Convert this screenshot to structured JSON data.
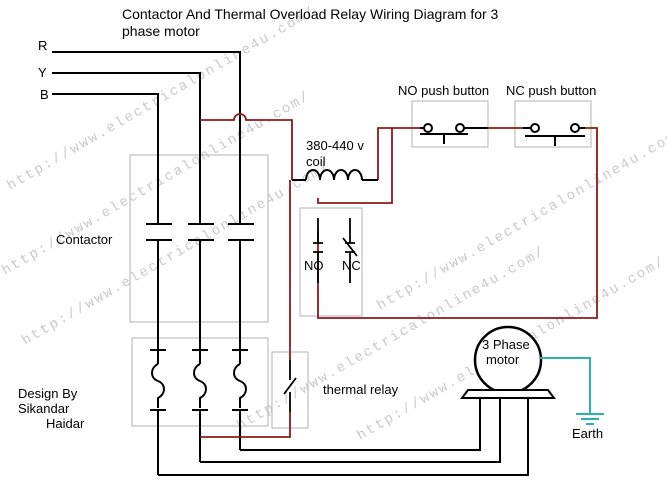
{
  "title": {
    "line1": "Contactor And Thermal Overload Relay Wiring Diagram for 3",
    "line2": "phase motor"
  },
  "phases": {
    "r": "R",
    "y": "Y",
    "b": "B"
  },
  "labels": {
    "contactor": "Contactor",
    "coil_line1": "380-440 v",
    "coil_line2": "coil",
    "no_contact": "NO",
    "nc_contact": "NC",
    "no_push_button": "NO push button",
    "nc_push_button": "NC push button",
    "thermal_relay": "thermal relay",
    "motor_line1": "3 Phase",
    "motor_line2": "motor",
    "earth": "Earth",
    "design_line1": "Design By",
    "design_line2": "Sikandar",
    "design_line3": "Haidar"
  },
  "watermark": "http://www.electricalonline4u.com/",
  "colors": {
    "power_wire": "#000000",
    "control_wire": "#8b1a1a",
    "earth_wire": "#2bb3a8",
    "box_border": "#bdbdbd",
    "watermark": "#c9c9c9"
  }
}
